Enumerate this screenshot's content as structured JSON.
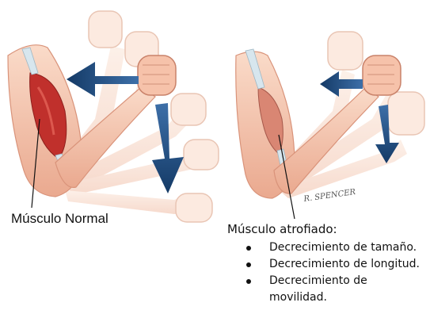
{
  "labels": {
    "normal": "Músculo Normal",
    "atrophy_title": "Músculo atrofiado:",
    "atrophy_items": [
      "Decrecimiento de tamaño.",
      "Decrecimiento de longitud.",
      "Decrecimiento de",
      "movilidad."
    ]
  },
  "signature": "R. SPENCER",
  "colors": {
    "skin": "#f6cdb8",
    "skin_shadow": "#e7a890",
    "muscle_normal": "#c0302c",
    "muscle_atrophied": "#d98673",
    "arrow": "#1f4e84",
    "tendon": "#d7e6ee"
  }
}
